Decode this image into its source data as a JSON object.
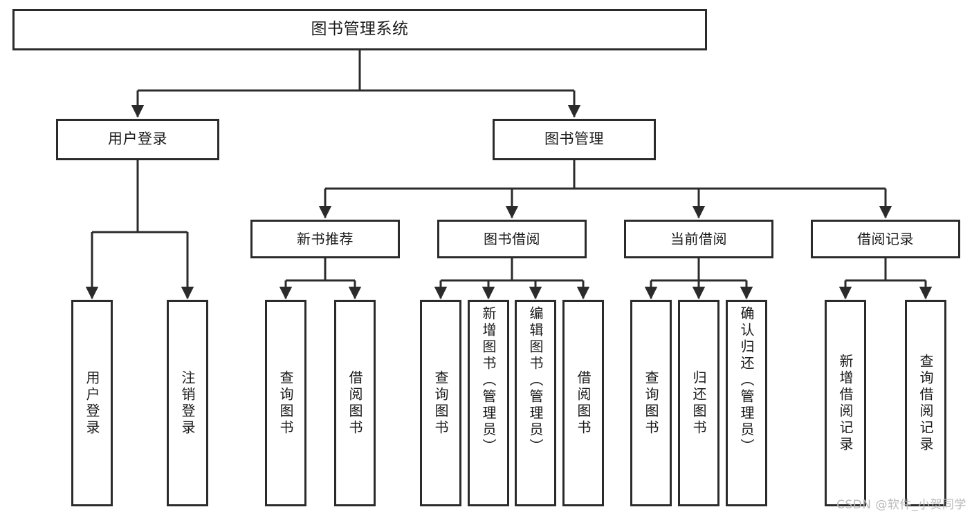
{
  "diagram": {
    "title": "图书管理系统",
    "watermark": "CSDN @软件_小贺同学",
    "stroke_color": "#2b2b2b",
    "background_color": "#ffffff",
    "text_color": "#1a1a1a",
    "watermark_color": "#b9b9b9"
  },
  "nodes": {
    "root": {
      "label": "图书管理系统"
    },
    "level2": [
      {
        "label": "用户登录"
      },
      {
        "label": "图书管理"
      }
    ],
    "level3": [
      {
        "label": "新书推荐"
      },
      {
        "label": "图书借阅"
      },
      {
        "label": "当前借阅"
      },
      {
        "label": "借阅记录"
      }
    ],
    "leaves": {
      "user_login": [
        {
          "label": "用户登录"
        },
        {
          "label": "注销登录"
        }
      ],
      "new_book_recommend": [
        {
          "label": "查询图书"
        },
        {
          "label": "借阅图书"
        }
      ],
      "book_borrow": [
        {
          "label": "查询图书"
        },
        {
          "label": "新增图书（管理员）"
        },
        {
          "label": "编辑图书（管理员）"
        },
        {
          "label": "借阅图书"
        }
      ],
      "current_borrow": [
        {
          "label": "查询图书"
        },
        {
          "label": "归还图书"
        },
        {
          "label": "确认归还（管理员）"
        }
      ],
      "borrow_record": [
        {
          "label": "新增借阅记录"
        },
        {
          "label": "查询借阅记录"
        }
      ]
    }
  },
  "chart_data": {
    "type": "tree-diagram",
    "title": "图书管理系统",
    "orientation": "top-down",
    "levels": 4,
    "tree": {
      "label": "图书管理系统",
      "children": [
        {
          "label": "用户登录",
          "children": [
            {
              "label": "用户登录"
            },
            {
              "label": "注销登录"
            }
          ]
        },
        {
          "label": "图书管理",
          "children": [
            {
              "label": "新书推荐",
              "children": [
                {
                  "label": "查询图书"
                },
                {
                  "label": "借阅图书"
                }
              ]
            },
            {
              "label": "图书借阅",
              "children": [
                {
                  "label": "查询图书"
                },
                {
                  "label": "新增图书（管理员）"
                },
                {
                  "label": "编辑图书（管理员）"
                },
                {
                  "label": "借阅图书"
                }
              ]
            },
            {
              "label": "当前借阅",
              "children": [
                {
                  "label": "查询图书"
                },
                {
                  "label": "归还图书"
                },
                {
                  "label": "确认归还（管理员）"
                }
              ]
            },
            {
              "label": "借阅记录",
              "children": [
                {
                  "label": "新增借阅记录"
                },
                {
                  "label": "查询借阅记录"
                }
              ]
            }
          ]
        }
      ]
    }
  }
}
